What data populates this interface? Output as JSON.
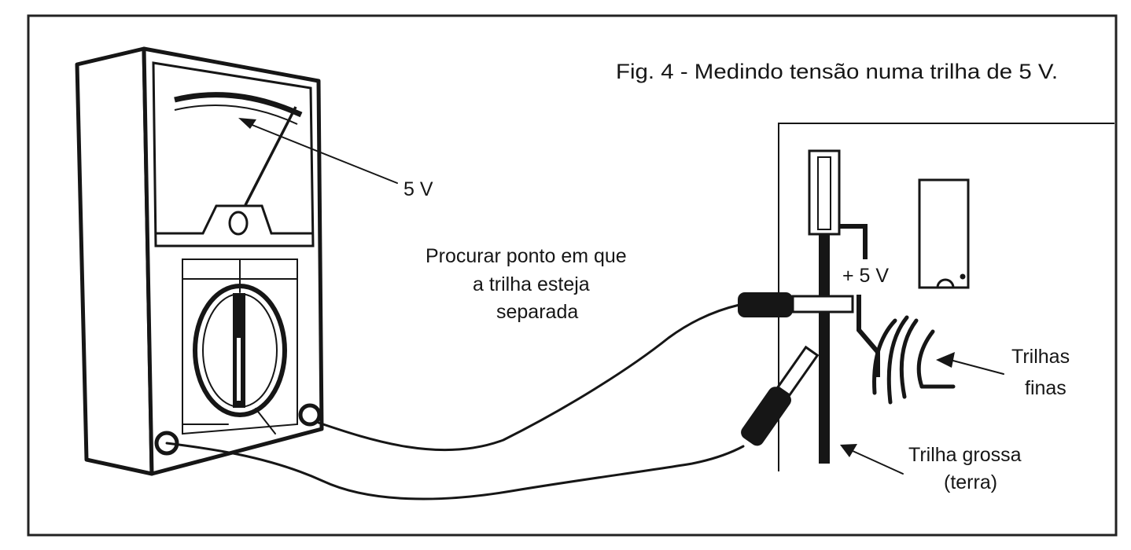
{
  "figure": {
    "caption": "Fig. 4 - Medindo tensão numa trilha de 5 V."
  },
  "meter": {
    "reading_label": "5 V"
  },
  "annotations": {
    "probe_point": [
      "Procurar ponto em que",
      "a trilha esteja",
      "separada"
    ],
    "plus_5v": "+ 5 V",
    "thin_traces": [
      "Trilhas",
      "finas"
    ],
    "thick_trace": [
      "Trilha grossa",
      "(terra)"
    ]
  },
  "colors": {
    "ink": "#161616",
    "background": "#ffffff"
  }
}
